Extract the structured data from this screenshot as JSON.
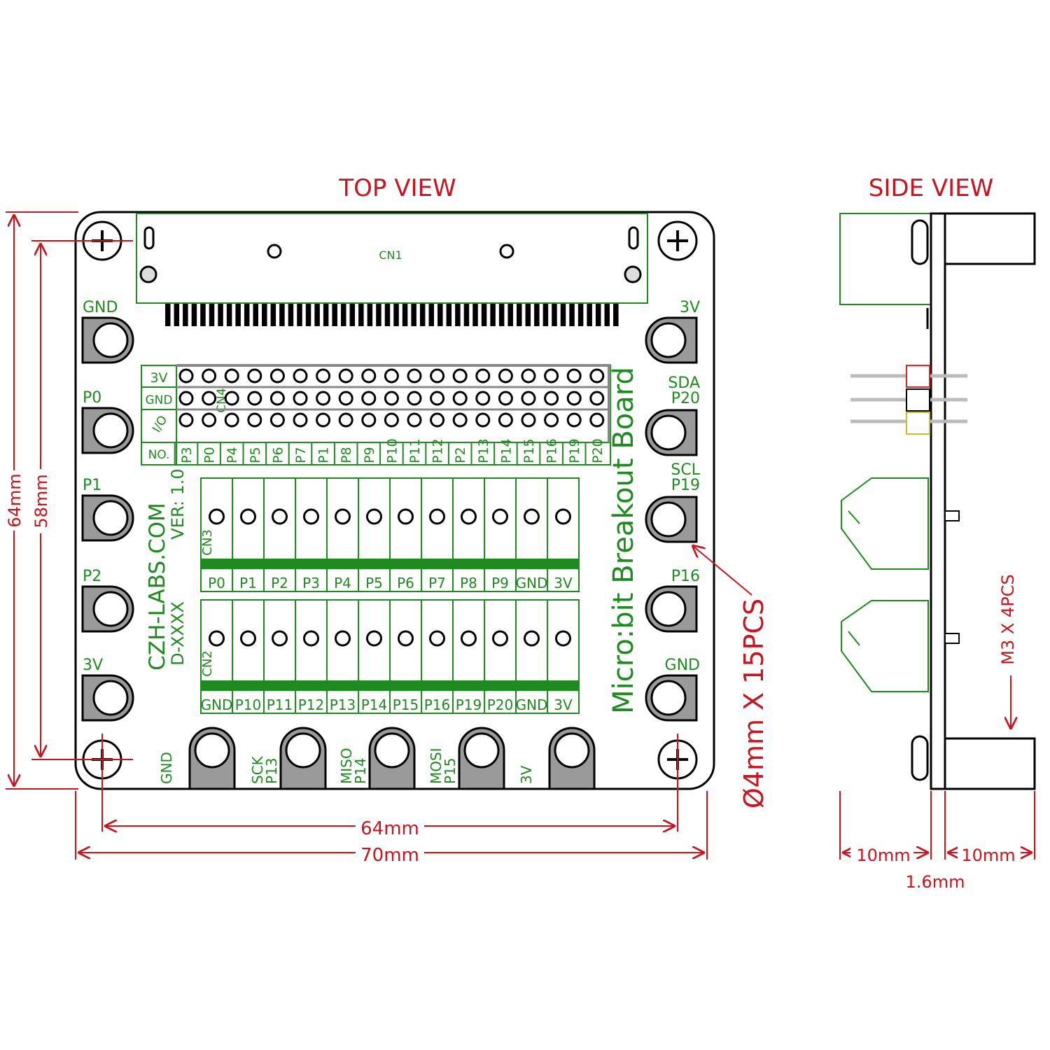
{
  "titles": {
    "top_view": "TOP VIEW",
    "side_view": "SIDE VIEW"
  },
  "dimensions": {
    "board_height": "64mm",
    "hole_spacing_vertical": "58mm",
    "hole_spacing_horizontal": "64mm",
    "board_width": "70mm",
    "side_left": "10mm",
    "side_right": "10mm",
    "pcb_thickness": "1.6mm",
    "hole_callout": "Ø4mm X 15PCS",
    "screw_callout": "M3 X 4PCS"
  },
  "board": {
    "connector_label": "CN1",
    "header_label": "CN4",
    "terminal_top_label": "CN3",
    "terminal_bottom_label": "CN2",
    "brand": "CZH-LABS.COM",
    "model": "D-XXXX",
    "version": "VER: 1.0",
    "product": "Micro:bit Breakout Board",
    "header_row_labels": [
      "3V",
      "GND",
      "I/O",
      "NO."
    ],
    "header_pins": [
      "P3",
      "P0",
      "P4",
      "P5",
      "P6",
      "P7",
      "P1",
      "P8",
      "P9",
      "P10",
      "P11",
      "P12",
      "P2",
      "P13",
      "P14",
      "P15",
      "P16",
      "P19",
      "P20"
    ],
    "cn3_pins": [
      "P0",
      "P1",
      "P2",
      "P3",
      "P4",
      "P5",
      "P6",
      "P7",
      "P8",
      "P9",
      "GND",
      "3V"
    ],
    "cn2_pins": [
      "GND",
      "P10",
      "P11",
      "P12",
      "P13",
      "P14",
      "P15",
      "P16",
      "P19",
      "P20",
      "GND",
      "3V"
    ],
    "left_pads": [
      "GND",
      "P0",
      "P1",
      "P2",
      "3V"
    ],
    "right_pads": [
      "3V",
      "SDA\nP20",
      "SCL\nP19",
      "P16",
      "GND"
    ],
    "bottom_pads": [
      "GND",
      "SCK\nP13",
      "MISO\nP14",
      "MOSI\nP15",
      "3V"
    ]
  },
  "colors": {
    "dimension": "#c8141e",
    "silkscreen": "#1f8a1f",
    "pad": "#9a9a9a"
  }
}
